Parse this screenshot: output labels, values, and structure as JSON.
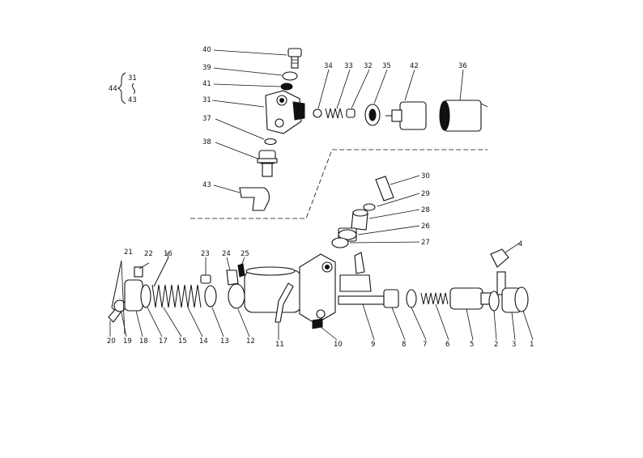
{
  "diagram": {
    "group": {
      "label": "44",
      "members": [
        "31",
        "43"
      ]
    },
    "callouts": [
      "40",
      "39",
      "41",
      "31",
      "37",
      "38",
      "43",
      "34",
      "33",
      "32",
      "35",
      "42",
      "36",
      "30",
      "29",
      "28",
      "26",
      "27",
      "4",
      "21",
      "22",
      "16",
      "23",
      "24",
      "25",
      "20",
      "19",
      "18",
      "17",
      "15",
      "14",
      "13",
      "12",
      "11",
      "10",
      "9",
      "8",
      "7",
      "6",
      "5",
      "2",
      "3",
      "1"
    ]
  }
}
